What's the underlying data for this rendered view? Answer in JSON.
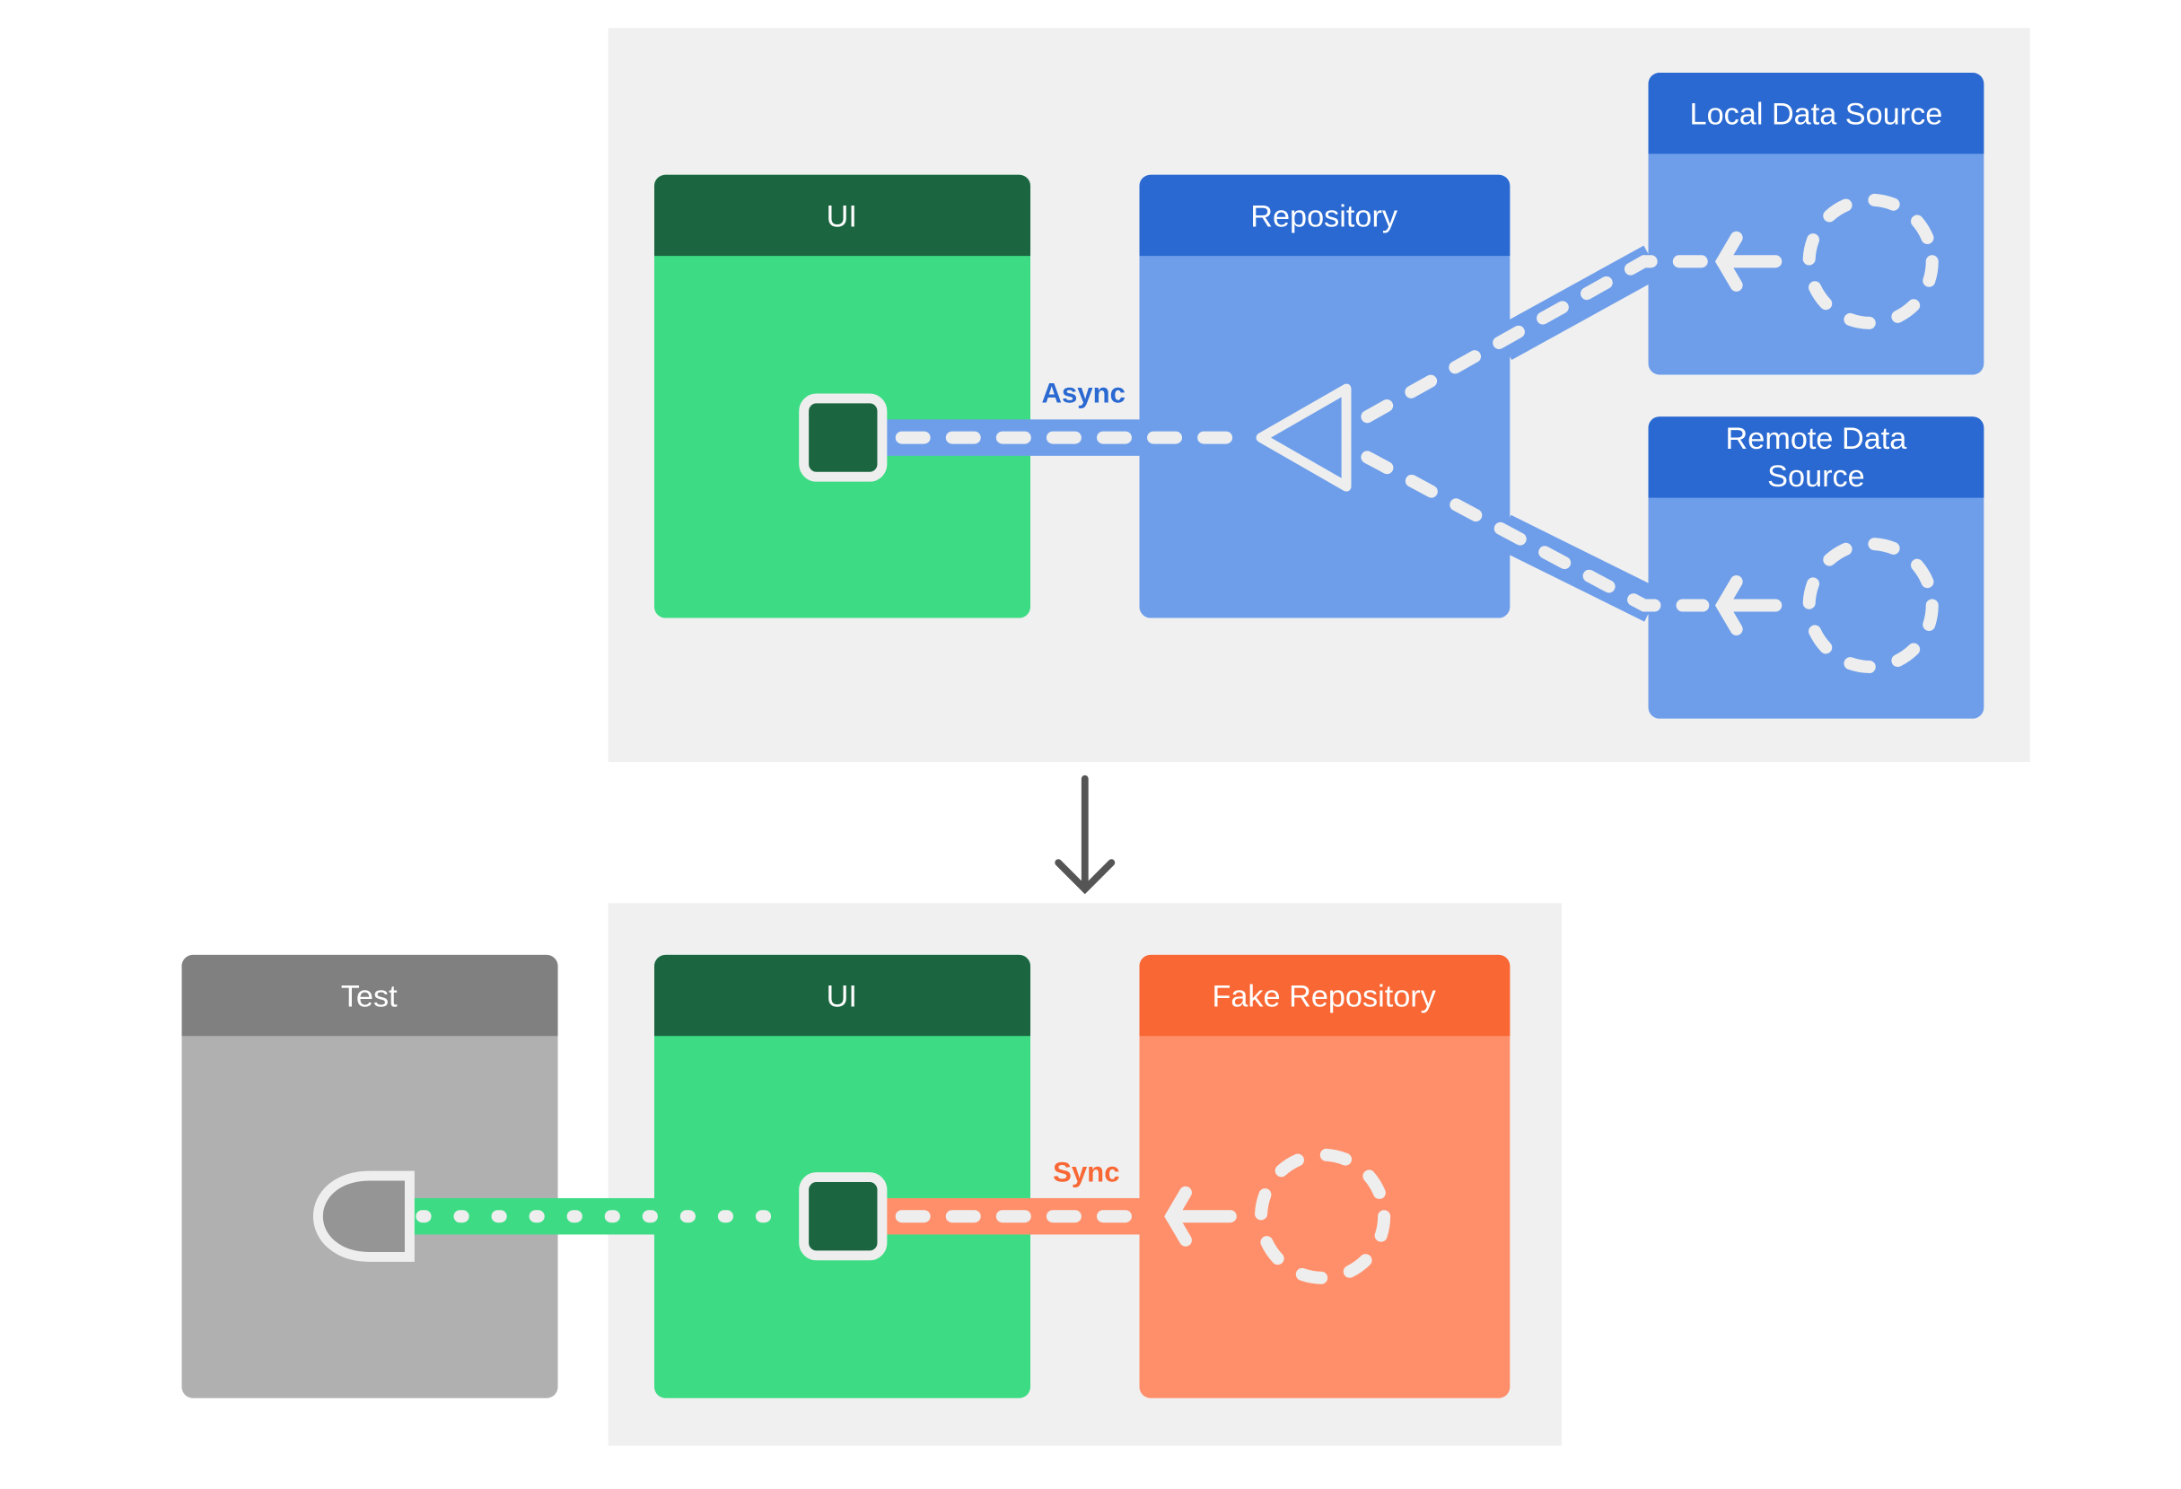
{
  "production": {
    "ui": {
      "title": "UI"
    },
    "repository": {
      "title": "Repository"
    },
    "local_data_source": {
      "title": "Local Data Source"
    },
    "remote_data_source": {
      "title_line1": "Remote Data",
      "title_line2": "Source"
    },
    "connection_label": "Async"
  },
  "test_setup": {
    "test": {
      "title": "Test"
    },
    "ui": {
      "title": "UI"
    },
    "fake_repository": {
      "title": "Fake Repository"
    },
    "connection_label": "Sync"
  },
  "colors": {
    "panel_bg": "#f0f0f0",
    "ui_header": "#1b6640",
    "ui_body": "#3ddc84",
    "repo_header": "#2a69d1",
    "repo_body": "#6e9eea",
    "fake_header": "#f86734",
    "fake_body": "#ff8f6a",
    "test_header": "#808080",
    "test_body": "#b0b0b0",
    "arrow": "#555555"
  }
}
